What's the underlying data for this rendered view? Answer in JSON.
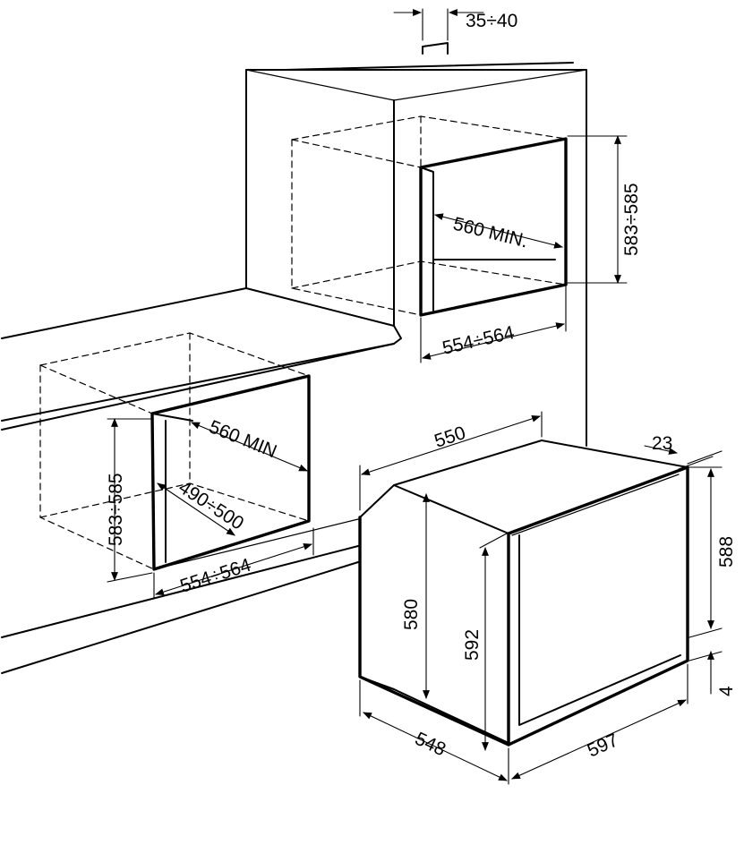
{
  "labels": {
    "top_gap": "35÷40",
    "upper_depth": "560 MIN.",
    "upper_height": "583÷585",
    "upper_width": "554÷564",
    "lower_depth": "560 MIN",
    "lower_height": "583÷585",
    "lower_inner_depth": "490÷500",
    "lower_width": "554÷564",
    "oven_top_depth": "550",
    "oven_door": "23",
    "oven_front_height": "588",
    "oven_body_height": "580",
    "oven_total_height": "592",
    "oven_bottom_offset": "4",
    "oven_depth": "548",
    "oven_width": "597"
  }
}
